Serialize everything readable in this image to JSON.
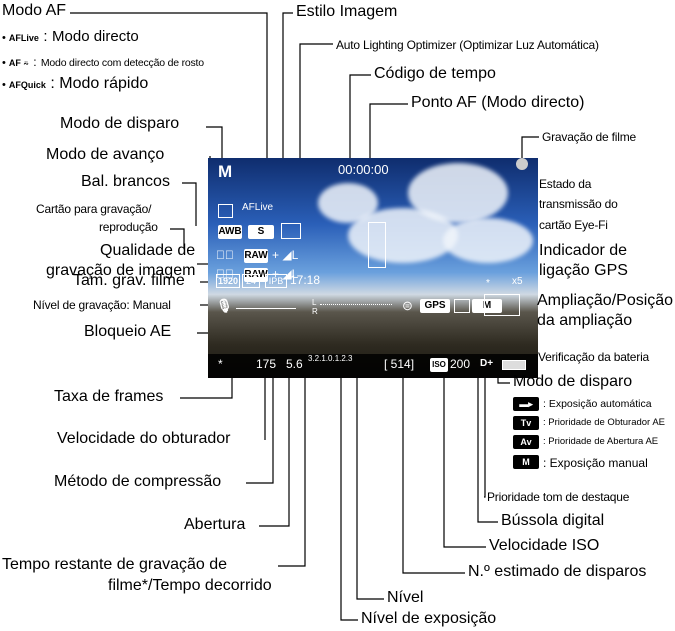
{
  "labels": {
    "modo_af": "Modo AF",
    "estilo_imagem": "Estilo Imagem",
    "alo": "Auto Lighting Optimizer (Optimizar Luz Automática)",
    "codigo_tempo": "Código de tempo",
    "ponto_af": "Ponto AF (Modo directo)",
    "gravacao_filme": "Gravação de filme",
    "modo_disparo_top": "Modo de disparo",
    "modo_avanco": "Modo de avanço",
    "bal_brancos": "Bal. brancos",
    "cartao_1": "Cartão para gravação/",
    "cartao_2": "reprodução",
    "qualidade_1": "Qualidade de",
    "qualidade_2": "gravação de imagem",
    "tam_grav": "Tam. grav. filme",
    "nivel_grav": "Nível de gravação: Manual",
    "bloqueio_ae": "Bloqueio AE",
    "taxa_frames": "Taxa de frames",
    "velocidade_obt": "Velocidade do obturador",
    "metodo_comp": "Método de compressão",
    "abertura": "Abertura",
    "tempo_restante_1": "Tempo restante de gravação de",
    "tempo_restante_2": "filme*/Tempo decorrido",
    "estado_eyefi_1": "Estado da",
    "estado_eyefi_2": "transmissão do",
    "estado_eyefi_3": "cartão Eye-Fi",
    "gps_1": "Indicador de",
    "gps_2": "ligação GPS",
    "ampliacao_1": "Ampliação/Posição",
    "ampliacao_2": "da ampliação",
    "bateria": "Verificação da bateria",
    "modo_disparo_right": "Modo de disparo",
    "prioridade_tom": "Prioridade tom de destaque",
    "bussola": "Bússola digital",
    "velocidade_iso": "Velocidade ISO",
    "n_disparos": "N.º estimado de disparos",
    "nivel": "Nível",
    "nivel_exposicao": "Nível de exposição"
  },
  "af_modes": [
    {
      "icon": "AFLive",
      "sep": ":",
      "text": "Modo directo"
    },
    {
      "icon": "AF ⍨",
      "sep": ":",
      "text": "Modo directo com detecção de rosto"
    },
    {
      "icon": "AFQuick",
      "sep": ":",
      "text": "Modo rápido"
    }
  ],
  "shooting_modes": [
    {
      "icon": "ʼ⁄₊",
      "text": "Exposição automática"
    },
    {
      "icon": "Tv",
      "text": "Prioridade de Obturador AE"
    },
    {
      "icon": "Av",
      "text": "Prioridade de Abertura AE"
    },
    {
      "icon": "M",
      "text": "Exposição manual"
    }
  ],
  "screen": {
    "mode": "M",
    "timecode": "00:00:00",
    "af_live": "AFLive",
    "awb": "AWB",
    "style": "S",
    "raw": "RAW",
    "quality": "+ ◢L",
    "movie_size": "1920",
    "frame_rate": "24",
    "compression": "IPB",
    "remaining": "17:18",
    "rec_level_mark": "L\nR",
    "ae_lock": "*",
    "shutter": "175",
    "aperture": "5.6",
    "exposure_scale": "3.2.1.0.1.2.3",
    "shots": "[ 514]",
    "iso_label": "ISO",
    "iso_value": "200",
    "d_plus": "D+",
    "gps": "GPS",
    "zoom": "x5",
    "zoom_star": "*",
    "movie_mode": "M"
  }
}
